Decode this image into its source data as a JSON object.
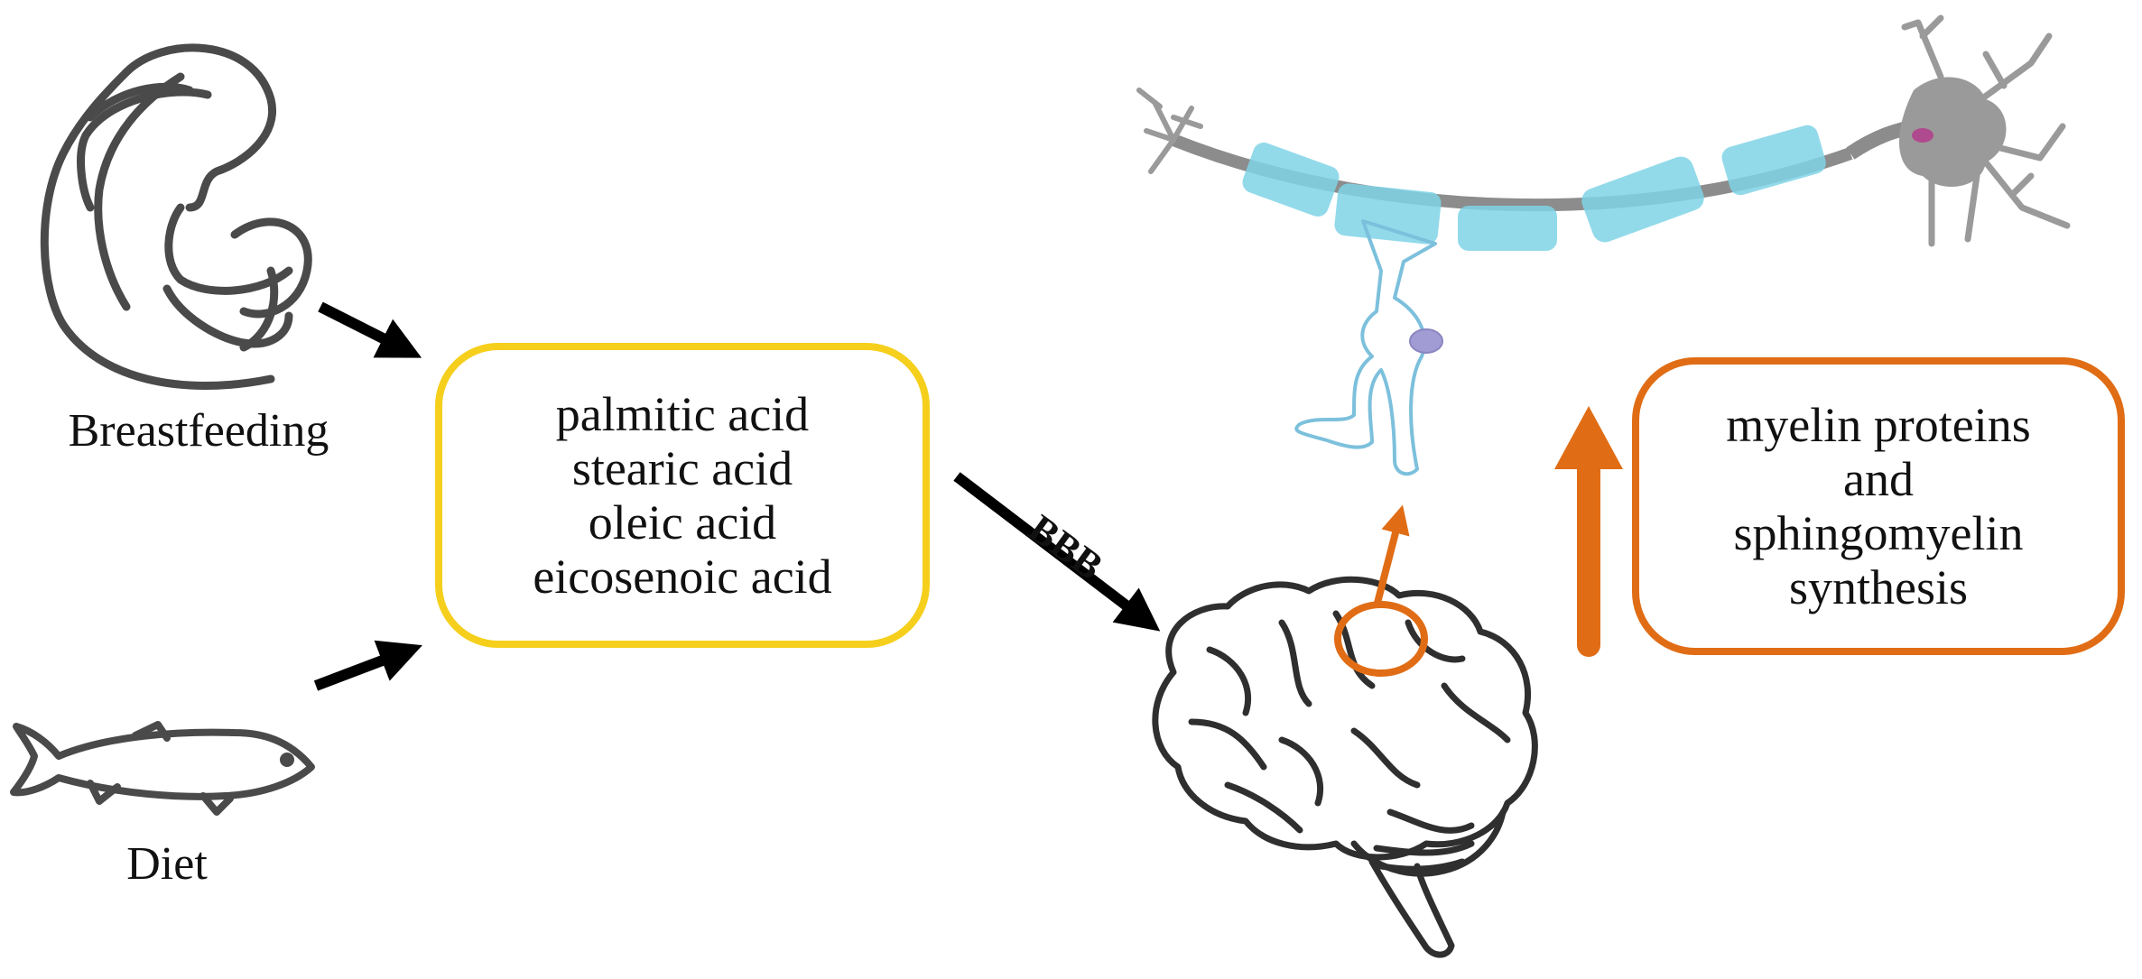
{
  "sources": {
    "breastfeeding_label": "Breastfeeding",
    "diet_label": "Diet"
  },
  "fatty_acids": {
    "items": [
      "palmitic acid",
      "stearic acid",
      "oleic acid",
      "eicosenoic acid"
    ]
  },
  "barrier_label": "BBB",
  "outcome": {
    "lines": [
      "myelin proteins",
      "and",
      "sphingomyelin",
      "synthesis"
    ]
  },
  "colors": {
    "fatty_box_border": "#f5cf1c",
    "outcome_box_border": "#e06d15",
    "orange_arrow": "#e06d15",
    "black_arrow": "#000000",
    "myelin_sheath": "#7fd3e6",
    "neuron": "#9a9a9a",
    "oligodendrocyte": "#7cc0dc",
    "line_art": "#4a4a4a"
  },
  "icons": [
    "mother-breastfeeding-icon",
    "fish-icon",
    "brain-icon",
    "neuron-icon",
    "oligodendrocyte-icon"
  ]
}
